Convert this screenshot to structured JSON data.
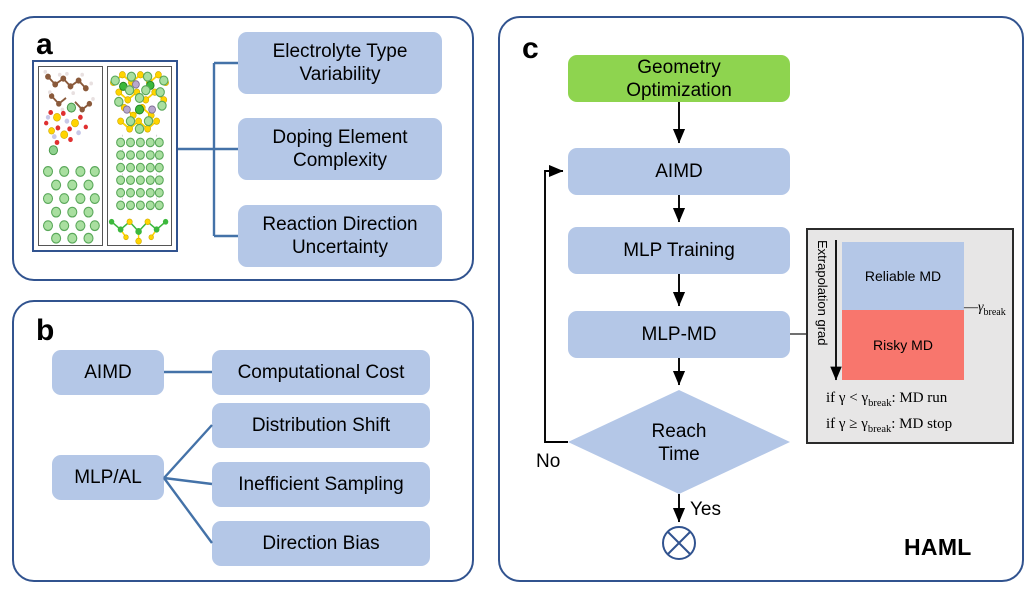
{
  "figure": {
    "panels": [
      {
        "letter": "a"
      },
      {
        "letter": "b"
      },
      {
        "letter": "c"
      }
    ]
  },
  "panel_a": {
    "letter": "a",
    "structure_caption": "",
    "challenges": [
      {
        "label": "Electrolyte Type\nVariability"
      },
      {
        "label": "Doping Element\nComplexity"
      },
      {
        "label": "Reaction Direction\nUncertainty"
      }
    ]
  },
  "panel_b": {
    "letter": "b",
    "groups": [
      {
        "source": "AIMD",
        "issues": [
          {
            "label": "Computational Cost"
          }
        ]
      },
      {
        "source": "MLP/AL",
        "issues": [
          {
            "label": "Distribution Shift"
          },
          {
            "label": "Inefficient Sampling"
          },
          {
            "label": "Direction Bias"
          }
        ]
      }
    ]
  },
  "panel_c": {
    "letter": "c",
    "workflow_name": "HAML",
    "steps": [
      {
        "label": "Geometry\nOptimization",
        "shape": "rounded",
        "color": "#8ed44f"
      },
      {
        "label": "AIMD",
        "shape": "rounded",
        "color": "#b4c7e7"
      },
      {
        "label": "MLP Training",
        "shape": "rounded",
        "color": "#b4c7e7"
      },
      {
        "label": "MLP-MD",
        "shape": "rounded",
        "color": "#b4c7e7"
      },
      {
        "label": "Reach\nTime",
        "shape": "diamond",
        "color": "#b4c7e7"
      }
    ],
    "edge_labels": {
      "no": "No",
      "yes": "Yes"
    },
    "terminator": "circle-x",
    "inset": {
      "axis_label": "Extrapolation grad",
      "reliable_label": "Reliable MD",
      "risky_label": "Risky MD",
      "threshold_label": "break",
      "threshold_symbol": "γ",
      "conditions": [
        {
          "prefix": "if γ < γ",
          "sub": "break",
          "suffix": ": MD run"
        },
        {
          "prefix": "if γ ≥ γ",
          "sub": "break",
          "suffix": ": MD stop"
        }
      ],
      "colors": {
        "reliable": "#b4c7e7",
        "risky": "#f8766d",
        "background": "#e7e6e6"
      }
    }
  },
  "colors": {
    "node_blue": "#b4c7e7",
    "node_green": "#8ed44f",
    "panel_border": "#31538f",
    "connector": "#4472a8",
    "arrow": "#000000"
  }
}
